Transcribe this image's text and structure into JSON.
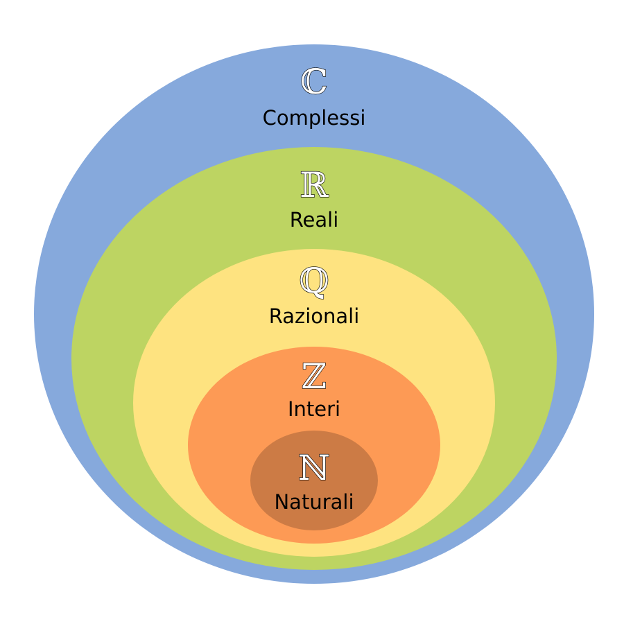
{
  "diagram": {
    "title": "Insiemi numerici",
    "sets": [
      {
        "id": "complex",
        "symbol": "ℂ",
        "label": "Complessi",
        "color": "#86a9dc"
      },
      {
        "id": "real",
        "symbol": "ℝ",
        "label": "Reali",
        "color": "#bdd462"
      },
      {
        "id": "rational",
        "symbol": "ℚ",
        "label": "Razionali",
        "color": "#fee380"
      },
      {
        "id": "integer",
        "symbol": "ℤ",
        "label": "Interi",
        "color": "#fd9a55"
      },
      {
        "id": "natural",
        "symbol": "ℕ",
        "label": "Naturali",
        "color": "#cc7b45"
      }
    ]
  }
}
